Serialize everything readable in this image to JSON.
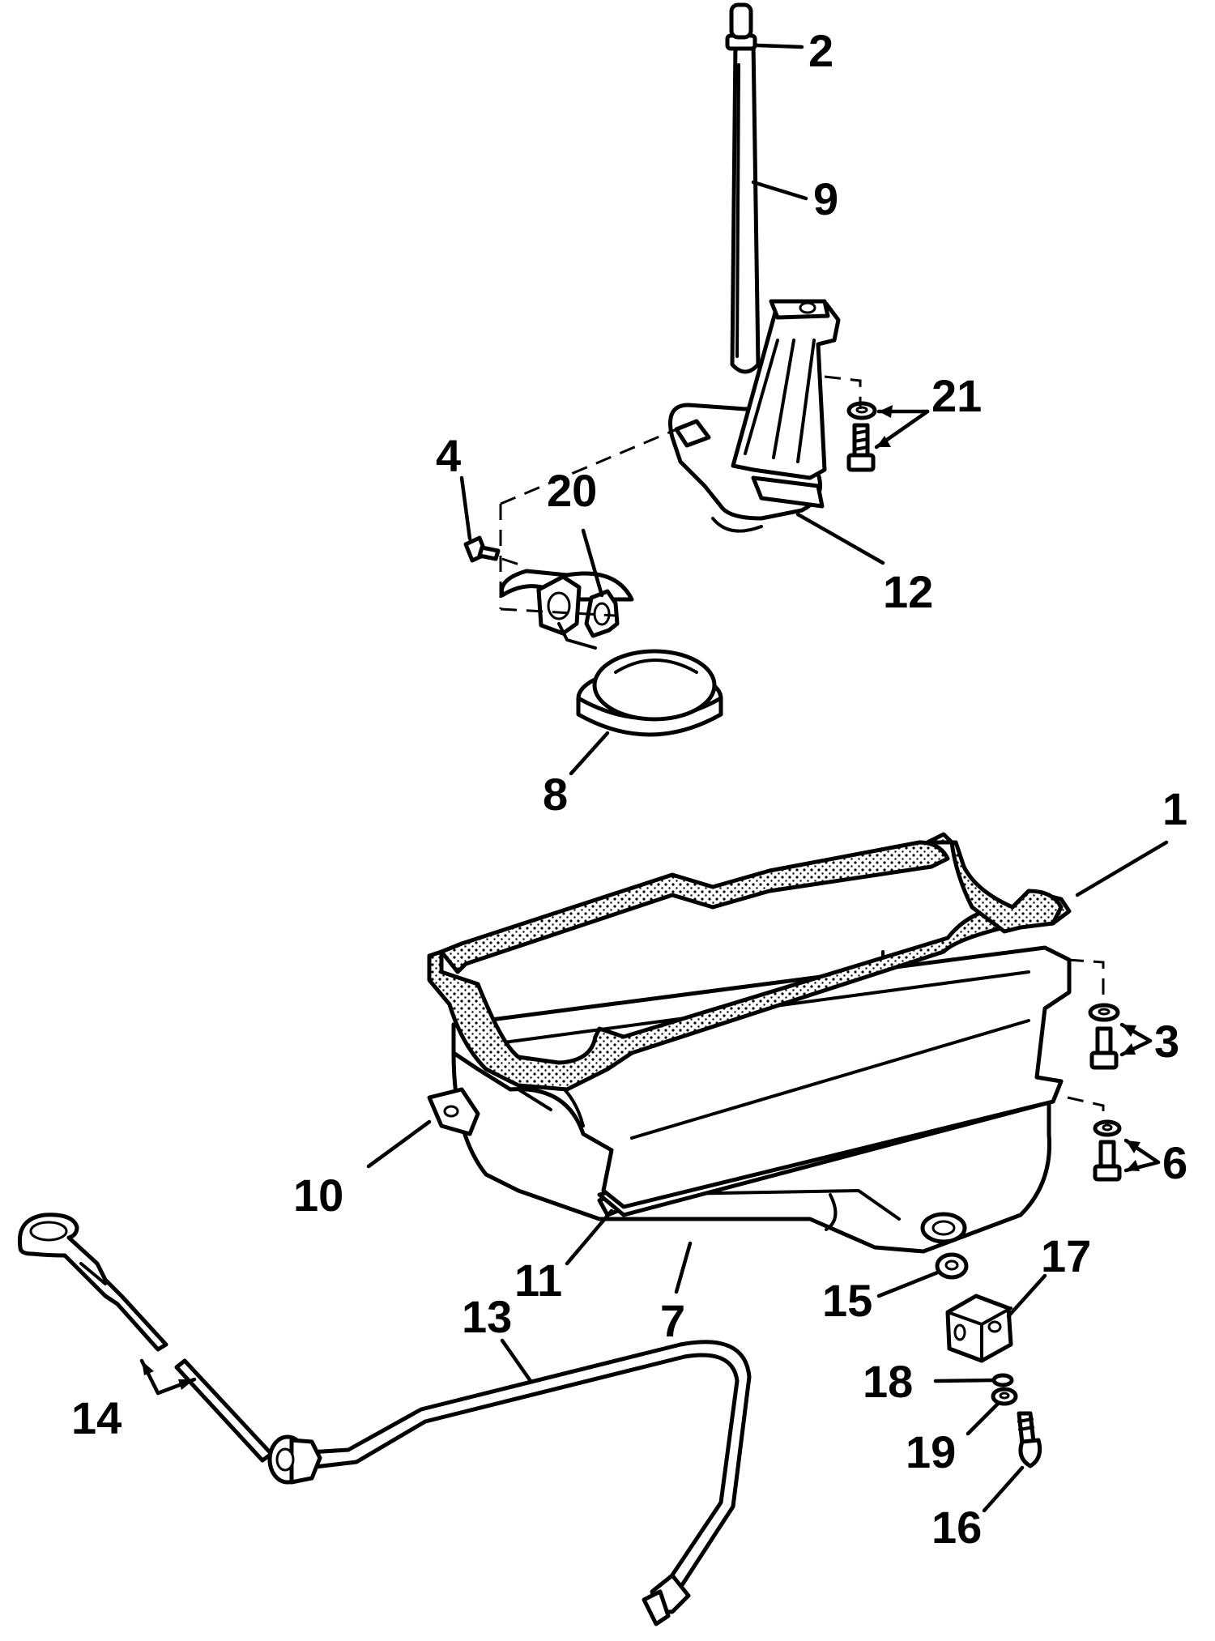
{
  "diagram": {
    "callouts": [
      {
        "id": "1",
        "label": "1"
      },
      {
        "id": "2",
        "label": "2"
      },
      {
        "id": "3",
        "label": "3"
      },
      {
        "id": "4",
        "label": "4"
      },
      {
        "id": "6",
        "label": "6"
      },
      {
        "id": "7",
        "label": "7"
      },
      {
        "id": "8",
        "label": "8"
      },
      {
        "id": "9",
        "label": "9"
      },
      {
        "id": "10",
        "label": "10"
      },
      {
        "id": "11",
        "label": "11"
      },
      {
        "id": "12",
        "label": "12"
      },
      {
        "id": "13",
        "label": "13"
      },
      {
        "id": "14",
        "label": "14"
      },
      {
        "id": "15",
        "label": "15"
      },
      {
        "id": "16",
        "label": "16"
      },
      {
        "id": "17",
        "label": "17"
      },
      {
        "id": "18",
        "label": "18"
      },
      {
        "id": "19",
        "label": "19"
      },
      {
        "id": "20",
        "label": "20"
      },
      {
        "id": "21",
        "label": "21"
      }
    ]
  }
}
